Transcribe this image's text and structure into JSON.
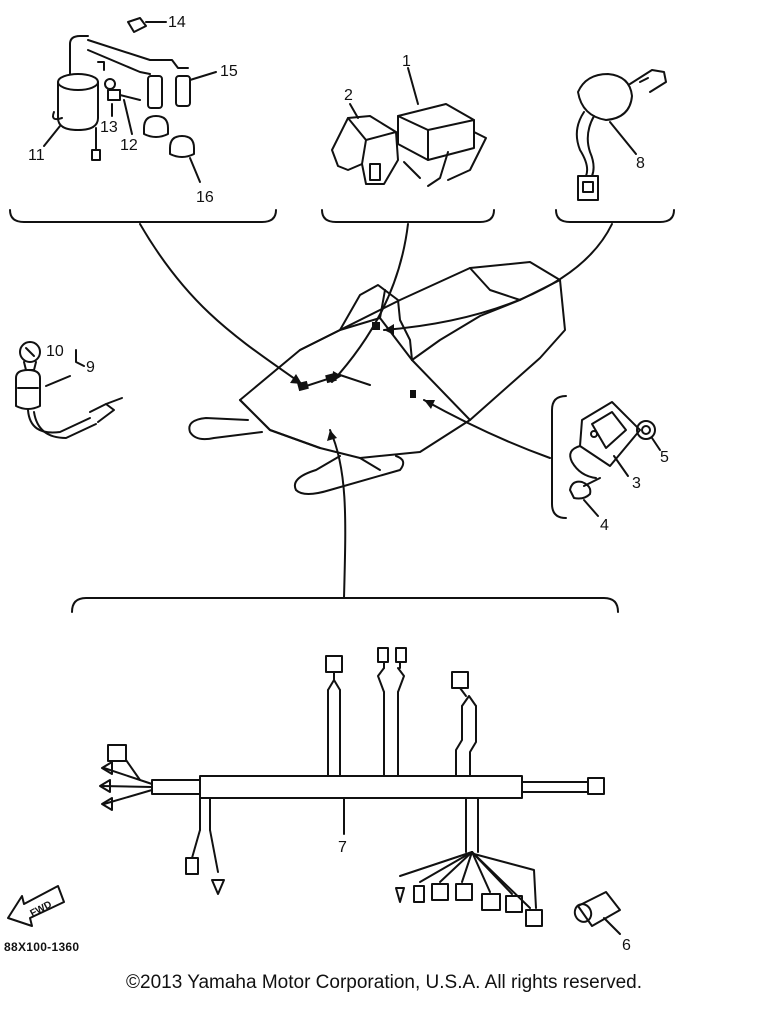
{
  "callouts": {
    "c1": "1",
    "c2": "2",
    "c3": "3",
    "c4": "4",
    "c5": "5",
    "c6": "6",
    "c7": "7",
    "c8": "8",
    "c9": "9",
    "c10": "10",
    "c11": "11",
    "c12": "12",
    "c13": "13",
    "c14": "14",
    "c15": "15",
    "c16": "16"
  },
  "fwd_label": "FWD",
  "part_code": "88X100-1360",
  "copyright": "©2013 Yamaha Motor Corporation, U.S.A. All rights reserved."
}
